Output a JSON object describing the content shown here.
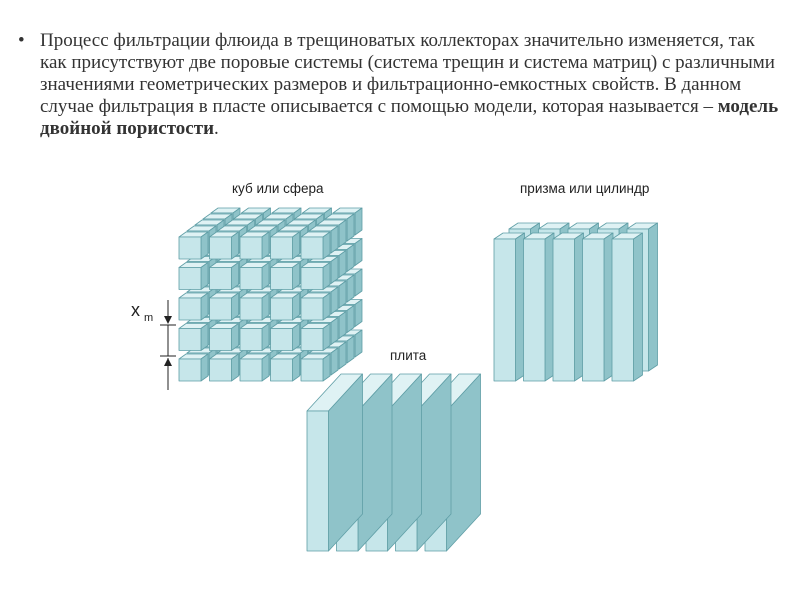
{
  "slide": {
    "bullet": "•",
    "paragraph": {
      "text_before": "Процесс фильтрации флюида в трещиноватых коллекторах значительно изменяется, так как присутствуют две поровые системы (система трещин и система матриц) с различными значениями геометрических размеров и фильтрационно-емкостных свойств. В данном случае фильтрация в пласте описывается с помощью модели, которая называется – ",
      "bold_term": "модель двойной пористости",
      "text_after": "."
    }
  },
  "figure": {
    "labels": {
      "cube": "куб или сфера",
      "prism": "призма или цилиндр",
      "plate": "плита"
    },
    "dimension": {
      "symbol": "x",
      "subscript": "m"
    },
    "colors": {
      "block_front": "#c6e6ea",
      "block_top": "#dff2f4",
      "block_side": "#8fc3c9",
      "stroke": "#5f9ea6"
    },
    "cube_grid": {
      "rows": 5,
      "cols": 5,
      "layers": 5
    },
    "prism_count": 5,
    "prism_rows": 2,
    "plate_count": 5
  }
}
